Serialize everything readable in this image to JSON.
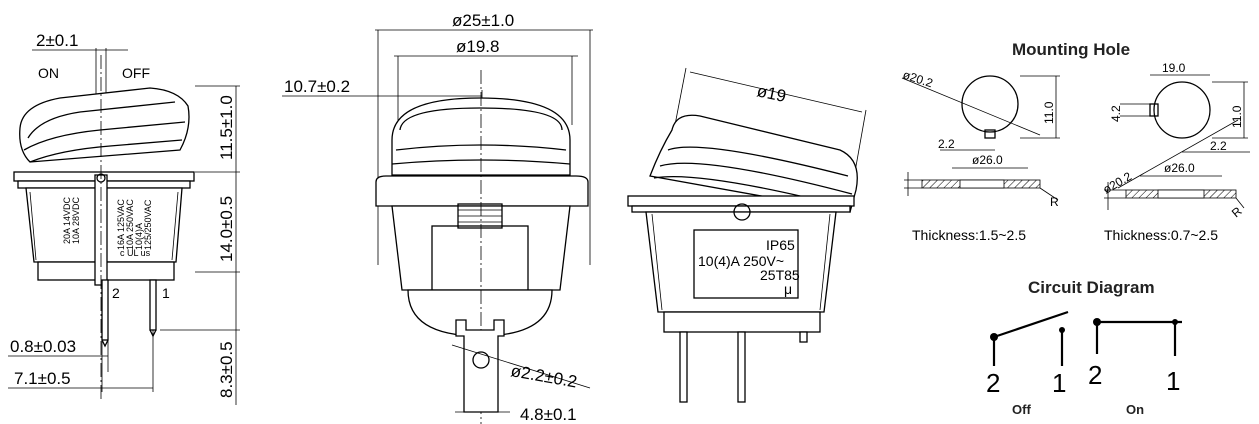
{
  "view_side": {
    "dim_pitch": "2±0.1",
    "label_on": "ON",
    "label_off": "OFF",
    "dim_cap_h": "11.5±1.0",
    "dim_body_h": "14.0±0.5",
    "dim_pin_h": "8.3±0.5",
    "dim_pin_t": "0.8±0.03",
    "dim_spacing": "7.1±0.5",
    "pin_2": "2",
    "pin_1": "1",
    "rating_1": "20A 14VDC",
    "rating_2": "10A 28VDC",
    "rating_3": "16A 125VAC",
    "rating_4": "10A 250VAC",
    "rating_5": "10(4)A",
    "rating_6": "125/250VAC",
    "cert_mark": "c UL us"
  },
  "view_front": {
    "dim_outer": "ø25±1.0",
    "dim_inner": "ø19.8",
    "dim_offset": "10.7±0.2",
    "dim_hole": "ø2.2±0.2",
    "dim_tab": "4.8±0.1"
  },
  "view_angle": {
    "dim_cap": "ø19",
    "label_ip": "IP65",
    "label_rating": "10(4)A 250V~",
    "label_temp": "25T85",
    "label_mark": "μ"
  },
  "mounting": {
    "title": "Mounting Hole",
    "left": {
      "dim_diag": "ø20.2",
      "dim_side": "11.0",
      "dim_key": "2.2",
      "dim_bottom": "ø26.0",
      "dim_r": "R",
      "thickness": "Thickness:1.5~2.5"
    },
    "right": {
      "dim_top": "19.0",
      "dim_diag": "ø20.2",
      "dim_side": "11.0",
      "dim_left": "4.2",
      "dim_key": "2.2",
      "dim_bottom": "ø26.0",
      "dim_r": "R",
      "thickness": "Thickness:0.7~2.5"
    }
  },
  "circuit": {
    "title": "Circuit Diagram",
    "off": {
      "pin_left": "2",
      "pin_right": "1",
      "label": "Off"
    },
    "on": {
      "pin_left": "2",
      "pin_right": "1",
      "label": "On"
    }
  }
}
